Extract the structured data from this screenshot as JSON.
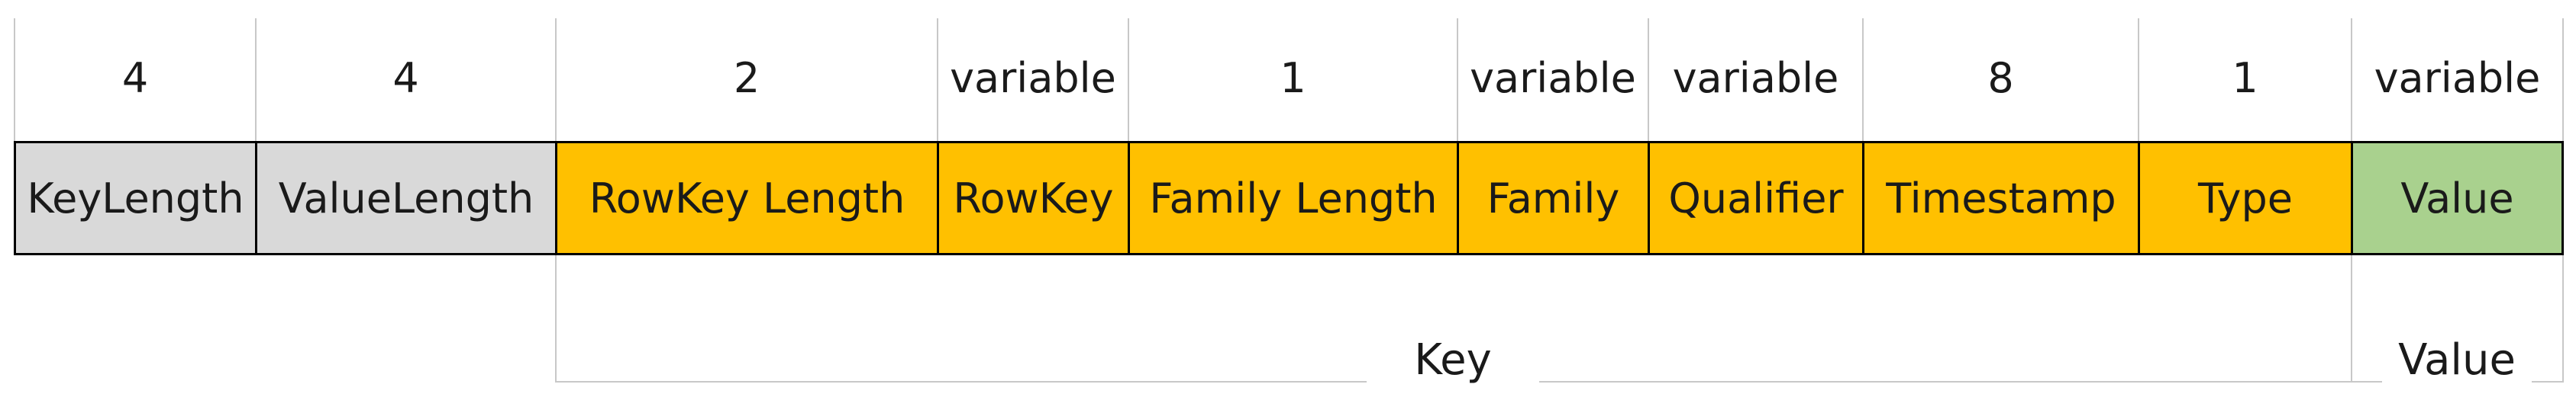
{
  "colors": {
    "header_fields": "#d9d9d9",
    "key_fields": "#ffc000",
    "value_field": "#a9d18e",
    "border": "#000000",
    "guides": "#c8c8c8"
  },
  "fields": [
    {
      "name": "KeyLength",
      "size": "4",
      "group": "header"
    },
    {
      "name": "ValueLength",
      "size": "4",
      "group": "header"
    },
    {
      "name": "RowKey Length",
      "size": "2",
      "group": "key"
    },
    {
      "name": "RowKey",
      "size": "variable",
      "group": "key"
    },
    {
      "name": "Family Length",
      "size": "1",
      "group": "key"
    },
    {
      "name": "Family",
      "size": "variable",
      "group": "key"
    },
    {
      "name": "Qualifier",
      "size": "variable",
      "group": "key"
    },
    {
      "name": "Timestamp",
      "size": "8",
      "group": "key"
    },
    {
      "name": "Type",
      "size": "1",
      "group": "key"
    },
    {
      "name": "Value",
      "size": "variable",
      "group": "value"
    }
  ],
  "groups": {
    "key_label": "Key",
    "value_label": "Value"
  }
}
